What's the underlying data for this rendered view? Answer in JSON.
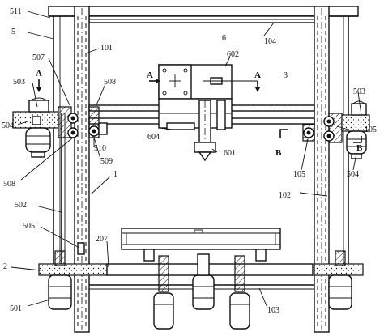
{
  "labels": {
    "l511": "511",
    "l5": "5",
    "l507": "507",
    "l101": "101",
    "l6": "6",
    "l602": "602",
    "l104": "104",
    "l503_left": "503",
    "l503_right": "503",
    "lA_left": "A",
    "lA_mid_left": "A",
    "lA_mid_right": "A",
    "l3": "3",
    "l508_top": "508",
    "l504_left": "504",
    "l504_right": "504",
    "l604": "604",
    "l105_top": "105",
    "l105_bottom": "105",
    "l510": "510",
    "l509": "509",
    "l601": "601",
    "lB_left": "B",
    "lB_right": "B",
    "l508_bottom": "508",
    "l1": "1",
    "l102": "102",
    "l502": "502",
    "l505": "505",
    "l207": "207",
    "l2": "2",
    "l501": "501",
    "l103": "103"
  }
}
